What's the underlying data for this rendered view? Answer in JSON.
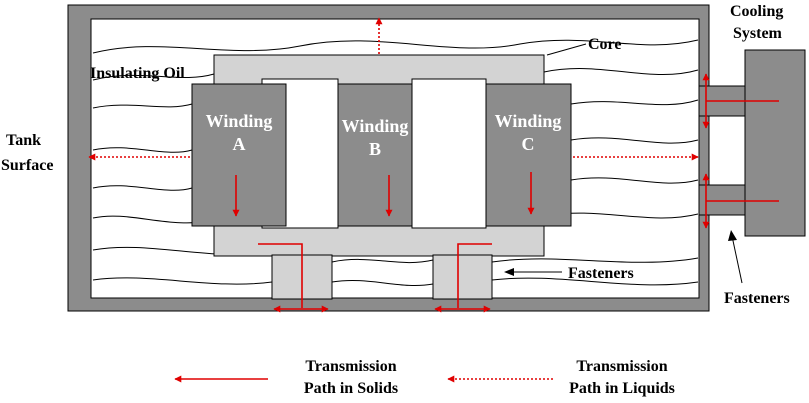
{
  "labels": {
    "tank_surface_line1": "Tank",
    "tank_surface_line2": "Surface",
    "insulating_oil": "Insulating Oil",
    "core": "Core",
    "cooling_line1": "Cooling",
    "cooling_line2": "System",
    "fasteners_inner": "Fasteners",
    "fasteners_right": "Fasteners"
  },
  "windings": [
    {
      "line1": "Winding",
      "line2": "A"
    },
    {
      "line1": "Winding",
      "line2": "B"
    },
    {
      "line1": "Winding",
      "line2": "C"
    }
  ],
  "legend": {
    "solids_line1": "Transmission",
    "solids_line2": "Path in Solids",
    "liquids_line1": "Transmission",
    "liquids_line2": "Path in Liquids"
  },
  "colors": {
    "tank": "#8c8c8c",
    "core": "#d3d3d3",
    "winding": "#8c8c8c",
    "arrow": "#e00000"
  }
}
